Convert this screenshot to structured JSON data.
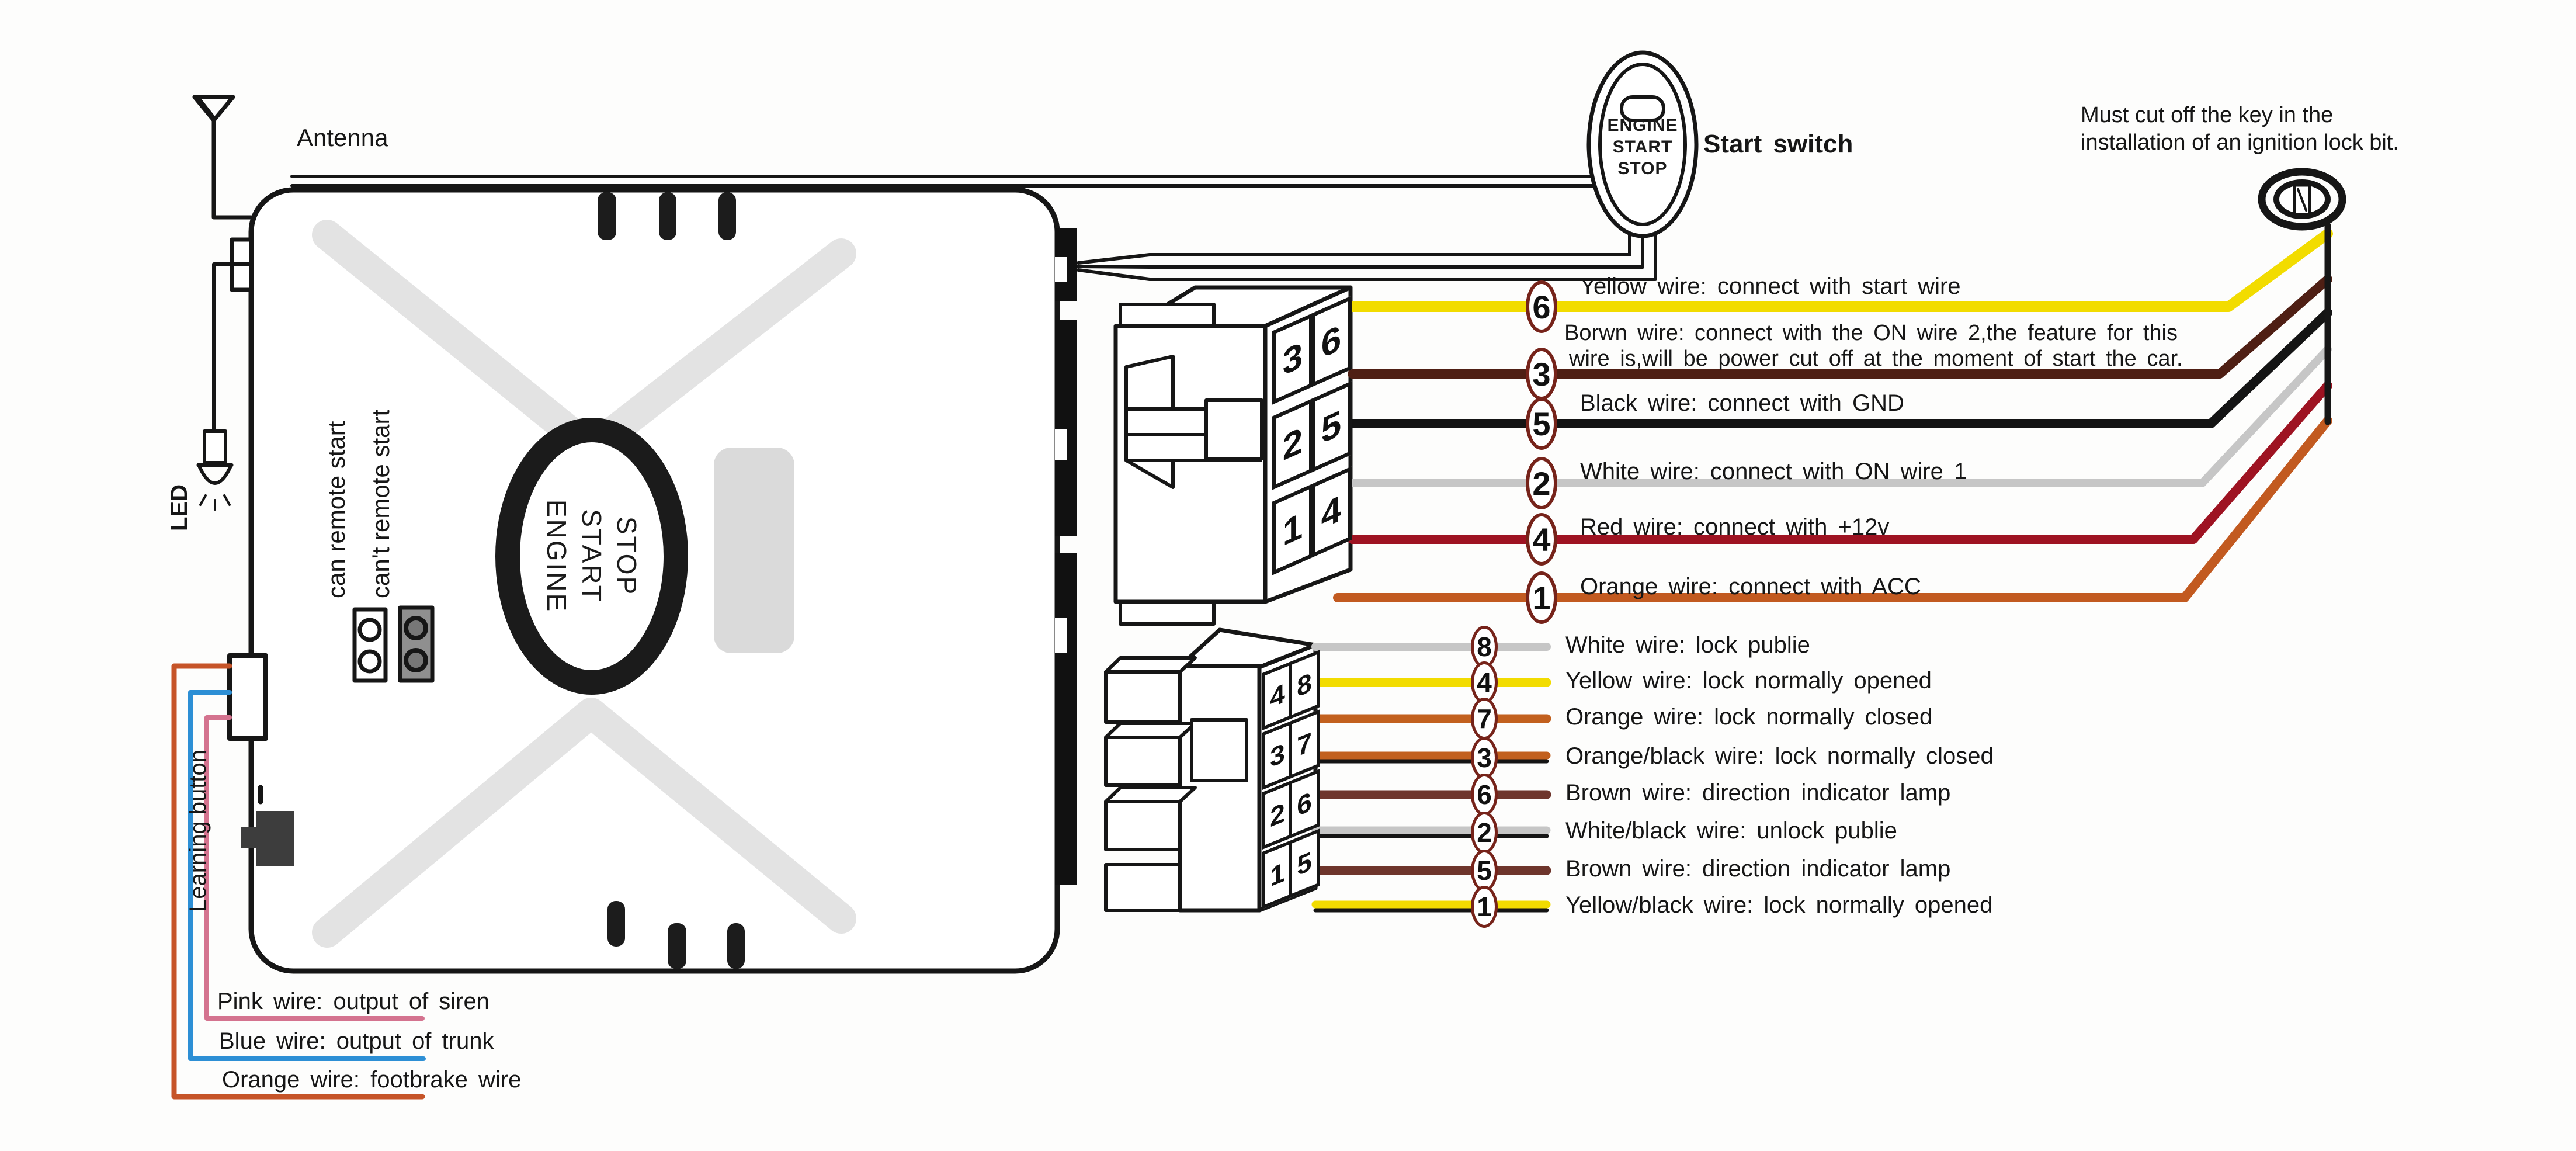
{
  "diagram": {
    "antenna_label": "Antenna",
    "led_label": "LED",
    "remote_jumper": {
      "can_label": "can remote start",
      "cant_label": "can't remote start"
    },
    "main_button_lines": [
      "ENGINE",
      "START",
      "STOP"
    ],
    "learning_button_label": "Learning button",
    "start_switch": {
      "label": "Start switch",
      "lines": [
        "ENGINE",
        "START",
        "STOP"
      ]
    },
    "ignition_note_line1": "Must cut off the key in the",
    "ignition_note_line2": "installation of an ignition lock bit.",
    "connector1": {
      "pins": [
        [
          "3",
          "6"
        ],
        [
          "2",
          "5"
        ],
        [
          "1",
          "4"
        ]
      ],
      "wires": [
        {
          "num": "6",
          "color": "#f2dc00",
          "label": "Yellow wire: connect with start wire"
        },
        {
          "num": "3",
          "color": "#4f1f14",
          "label_line1": "Borwn wire: connect with the ON wire 2,the feature for this",
          "label_line2": "wire is,will be power cut off at the moment of start the car."
        },
        {
          "num": "5",
          "color": "#141414",
          "label": "Black wire: connect with GND"
        },
        {
          "num": "2",
          "color": "#c6c6c6",
          "label": "White wire: connect with ON wire 1"
        },
        {
          "num": "4",
          "color": "#9e1322",
          "label": "Red wire: connect with +12v"
        },
        {
          "num": "1",
          "color": "#c25a20",
          "label": "Orange wire: connect with ACC"
        }
      ]
    },
    "connector2": {
      "pins": [
        [
          "4",
          "8"
        ],
        [
          "3",
          "7"
        ],
        [
          "2",
          "6"
        ],
        [
          "1",
          "5"
        ]
      ],
      "wires": [
        {
          "num": "8",
          "color": "#c6c6c6",
          "label": "White wire: lock publie"
        },
        {
          "num": "4",
          "color": "#f2dc00",
          "label": "Yellow wire: lock normally opened"
        },
        {
          "num": "7",
          "color": "#c2601e",
          "label": "Orange wire: lock normally closed"
        },
        {
          "num": "3",
          "color": "#c2601e",
          "stripe": "#141414",
          "label": "Orange/black wire: lock normally closed"
        },
        {
          "num": "6",
          "color": "#6e352c",
          "label": "Brown wire: direction indicator lamp"
        },
        {
          "num": "2",
          "color": "#c6c6c6",
          "stripe": "#141414",
          "label": "White/black wire: unlock publie"
        },
        {
          "num": "5",
          "color": "#6e352c",
          "label": "Brown wire: direction indicator lamp"
        },
        {
          "num": "1",
          "color": "#f2dc00",
          "stripe": "#141414",
          "label": "Yellow/black wire: lock normally opened"
        }
      ]
    },
    "output_wires": [
      {
        "color": "#d4738f",
        "label": "Pink wire: output of siren"
      },
      {
        "color": "#2d8fd5",
        "label": "Blue wire: output of trunk"
      },
      {
        "color": "#c65428",
        "label": "Orange wire: footbrake wire"
      }
    ]
  }
}
